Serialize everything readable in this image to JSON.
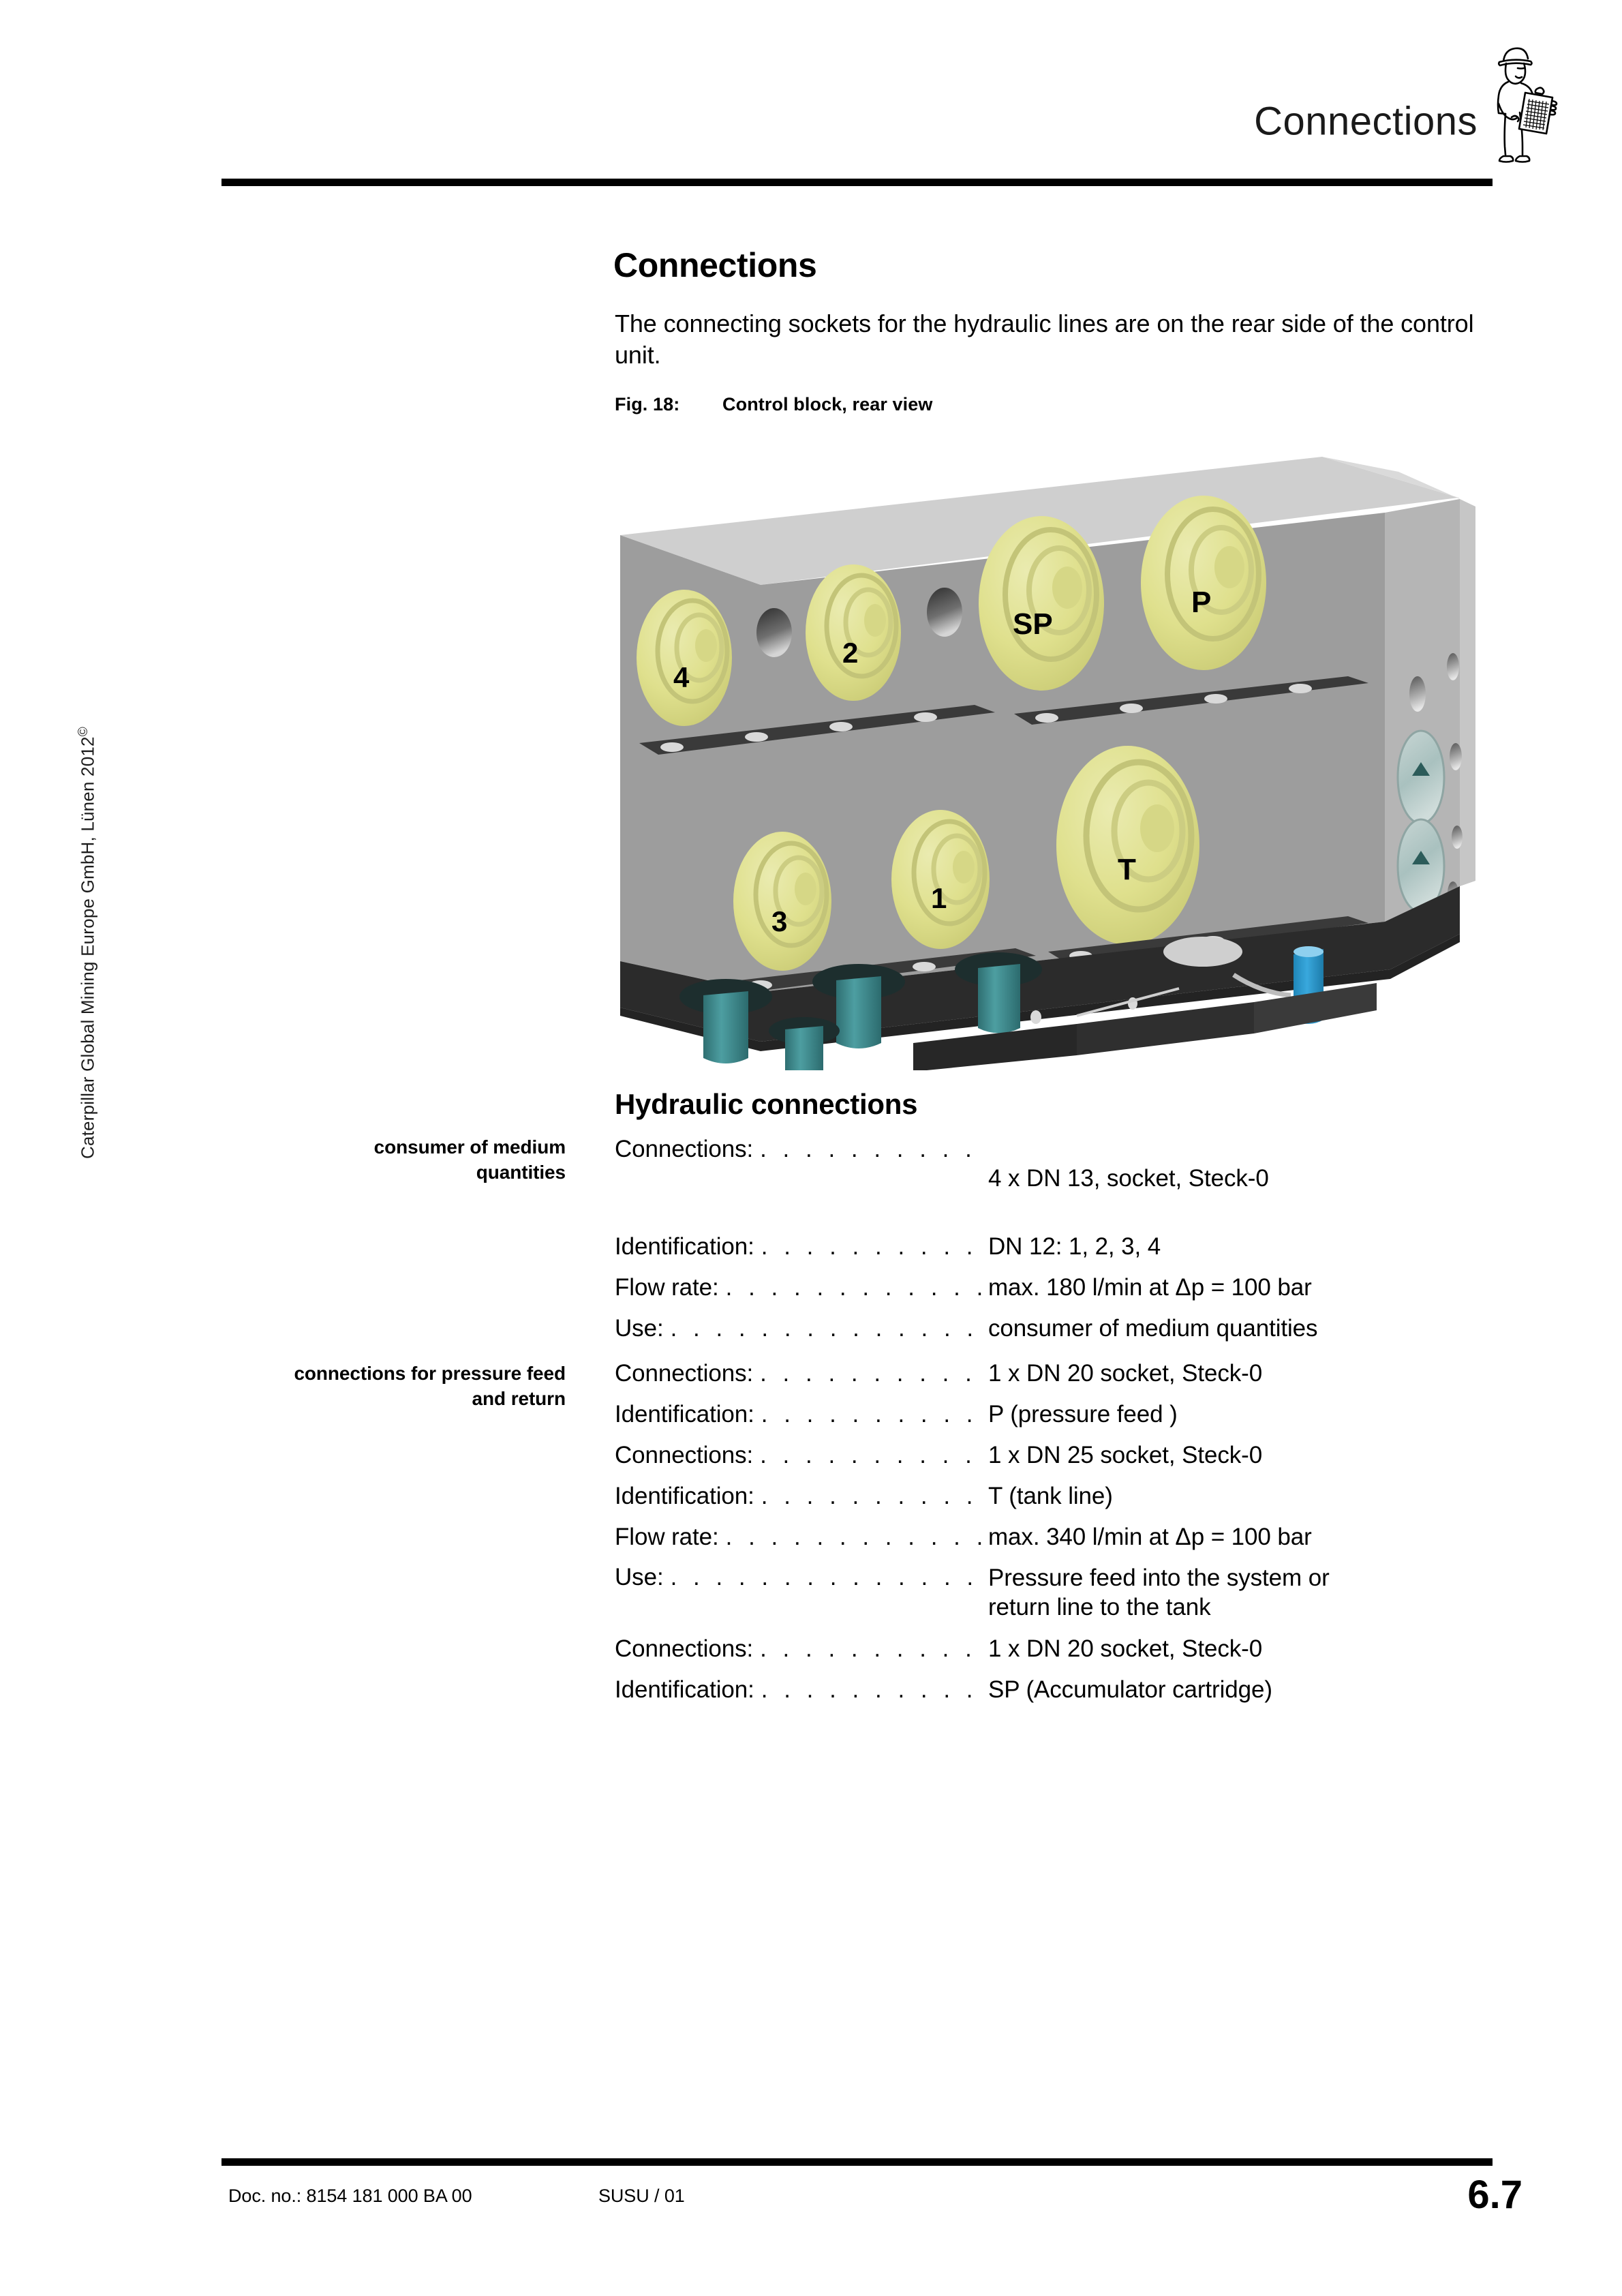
{
  "header": {
    "title": "Connections",
    "icon": "inspector-with-clipboard-icon"
  },
  "copyright": {
    "text": "Caterpillar Global Mining Europe GmbH, Lünen 2012",
    "symbol": "©"
  },
  "main": {
    "heading": "Connections",
    "intro": "The connecting sockets for the hydraulic lines are on the rear side of the control unit.",
    "figure": {
      "number": "Fig. 18:",
      "caption": "Control block, rear view",
      "socket_labels": [
        "4",
        "2",
        "SP",
        "P",
        "3",
        "1",
        "T"
      ],
      "colors": {
        "body_front": "#9d9d9d",
        "body_side": "#b4b4b4",
        "body_top": "#c9c9c9",
        "socket": "#dfe08d",
        "socket_shade": "#c8c97a",
        "rail": "#3a3a3a",
        "base": "#2b2b2b",
        "plug_teal": "#3f8f92",
        "plug_blue": "#2e9fd4"
      }
    },
    "section2_heading": "Hydraulic connections",
    "spec_groups": [
      {
        "margin_label": "consumer of medium quantities",
        "rows": [
          {
            "key": "Connections:",
            "value": "4 x DN 13, socket, Steck-0"
          },
          {
            "key": "Identification:",
            "value": "DN 12: 1, 2, 3, 4"
          },
          {
            "key": "Flow rate:",
            "value": "max. 180 l/min at Δp = 100 bar"
          },
          {
            "key": "Use:",
            "value": "consumer of medium quantities"
          }
        ]
      },
      {
        "margin_label": "connections for pressure feed and return",
        "rows": [
          {
            "key": "Connections:",
            "value": "1 x DN 20 socket, Steck-0"
          },
          {
            "key": "Identification:",
            "value": "P (pressure feed )"
          },
          {
            "key": "Connections:",
            "value": "1 x DN 25 socket, Steck-0"
          },
          {
            "key": "Identification:",
            "value": "T (tank line)"
          },
          {
            "key": "Flow rate:",
            "value": "max. 340 l/min at Δp = 100 bar"
          },
          {
            "key": "Use:",
            "value": "Pressure feed into the system or\nreturn line to the tank"
          },
          {
            "key": "Connections:",
            "value": "1 x DN 20 socket, Steck-0"
          },
          {
            "key": "Identification:",
            "value": "SP (Accumulator cartridge)"
          }
        ]
      }
    ]
  },
  "footer": {
    "doc_no": "Doc. no.: 8154 181 000 BA 00",
    "revision": "SUSU / 01",
    "page": "6.7"
  }
}
